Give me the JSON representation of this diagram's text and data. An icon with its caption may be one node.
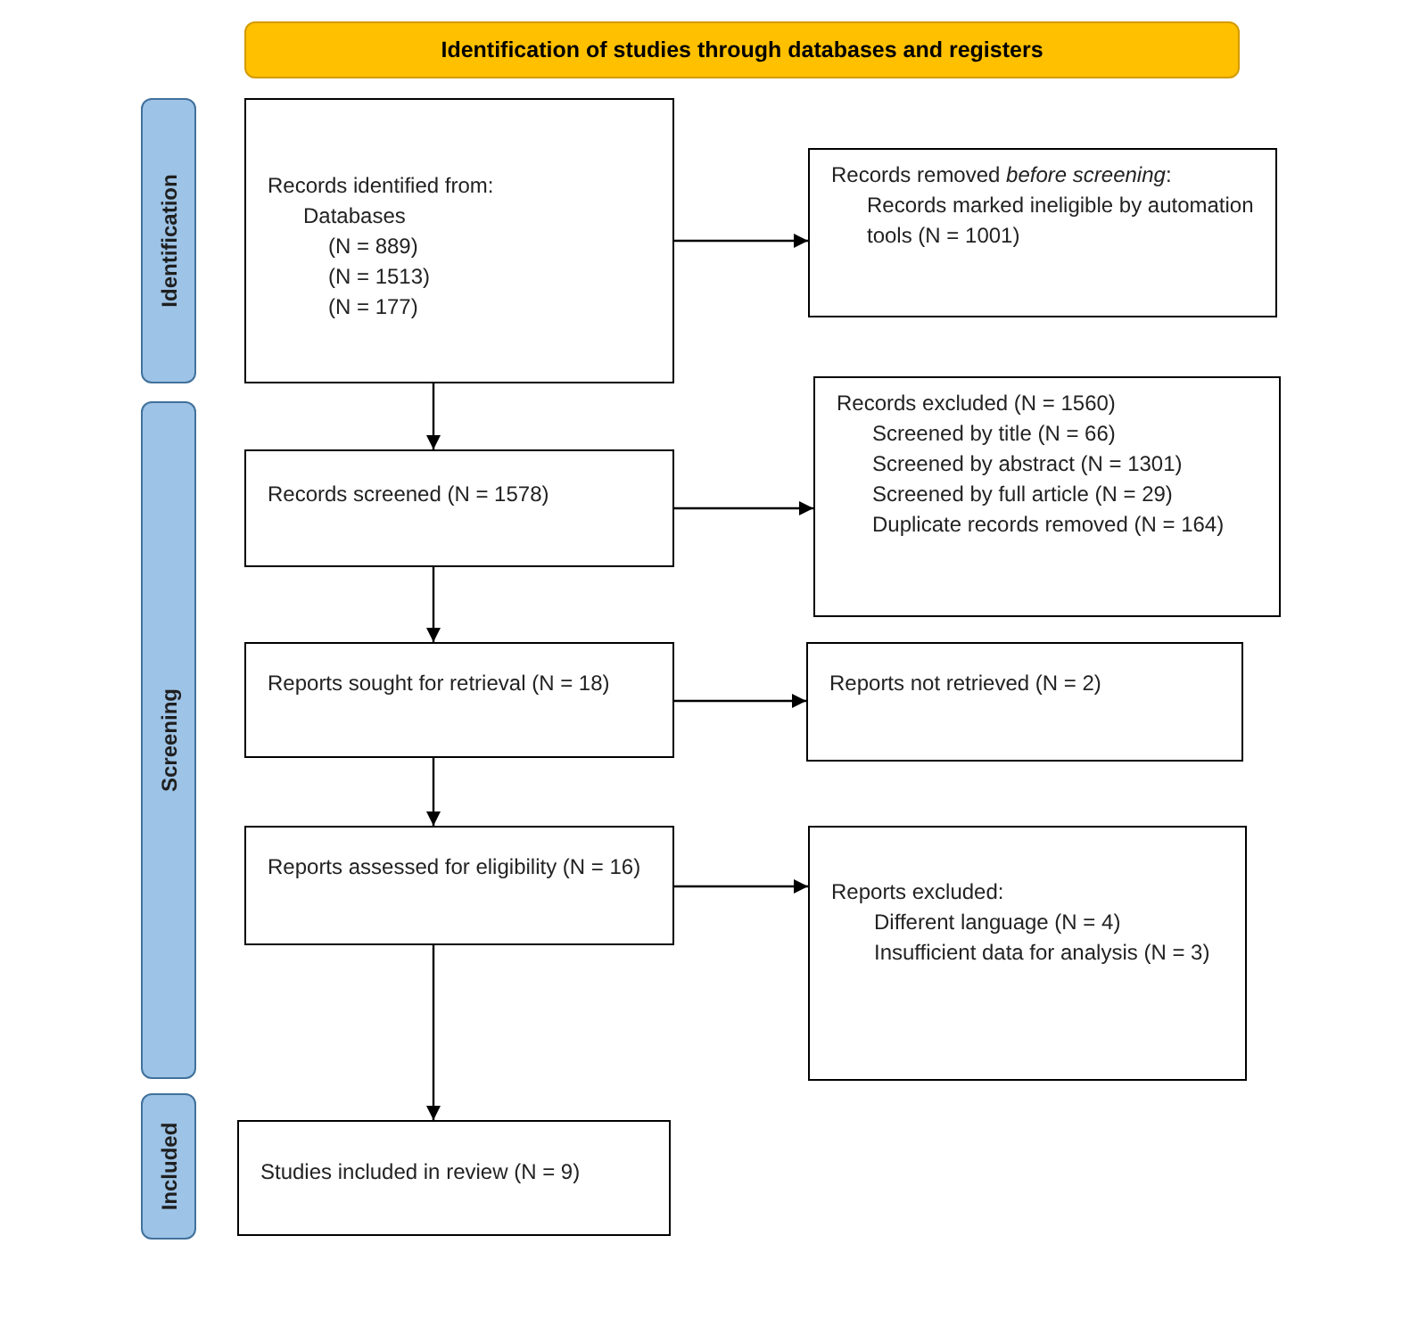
{
  "diagram": {
    "nodes": [
      {
        "text": [
          "Identification of studies through databases and registers"
        ]
      },
      {
        "text": [
          "Identification"
        ]
      },
      {
        "text": [
          "Screening"
        ]
      },
      {
        "text": [
          "Included"
        ]
      },
      {
        "text": [
          "Records identified from:",
          "Databases",
          "(N = 889)",
          "(N = 1513)",
          "(N = 177)"
        ]
      },
      {
        "text": [
          "Records removed *before screening*:",
          "Records marked ineligible by automation tools (N = 1001)"
        ]
      },
      {
        "text": [
          "Records screened (N = 1578)"
        ]
      },
      {
        "text": [
          "Records excluded (N = 1560)",
          "Screened by title (N = 66)",
          "Screened by abstract (N = 1301)",
          "Screened by full article (N = 29)",
          "Duplicate records removed (N = 164)"
        ]
      },
      {
        "text": [
          "Reports sought for retrieval (N = 18)"
        ]
      },
      {
        "text": [
          "Reports not retrieved (N = 2)"
        ]
      },
      {
        "text": [
          "Reports assessed for eligibility (N = 16)"
        ]
      },
      {
        "text": [
          "Reports excluded:",
          "Different language (N = 4)",
          "Insufficient data for analysis (N = 3)"
        ]
      },
      {
        "text": [
          "Studies included in review (N = 9)"
        ]
      }
    ],
    "edges": [
      {
        "from": 4,
        "to": 5,
        "arrow": "to"
      },
      {
        "from": 4,
        "to": 6,
        "arrow": "to"
      },
      {
        "from": 6,
        "to": 7,
        "arrow": "to"
      },
      {
        "from": 6,
        "to": 8,
        "arrow": "to"
      },
      {
        "from": 8,
        "to": 9,
        "arrow": "to"
      },
      {
        "from": 8,
        "to": 10,
        "arrow": "to"
      },
      {
        "from": 10,
        "to": 11,
        "arrow": "to"
      },
      {
        "from": 10,
        "to": 12,
        "arrow": "to"
      }
    ]
  }
}
